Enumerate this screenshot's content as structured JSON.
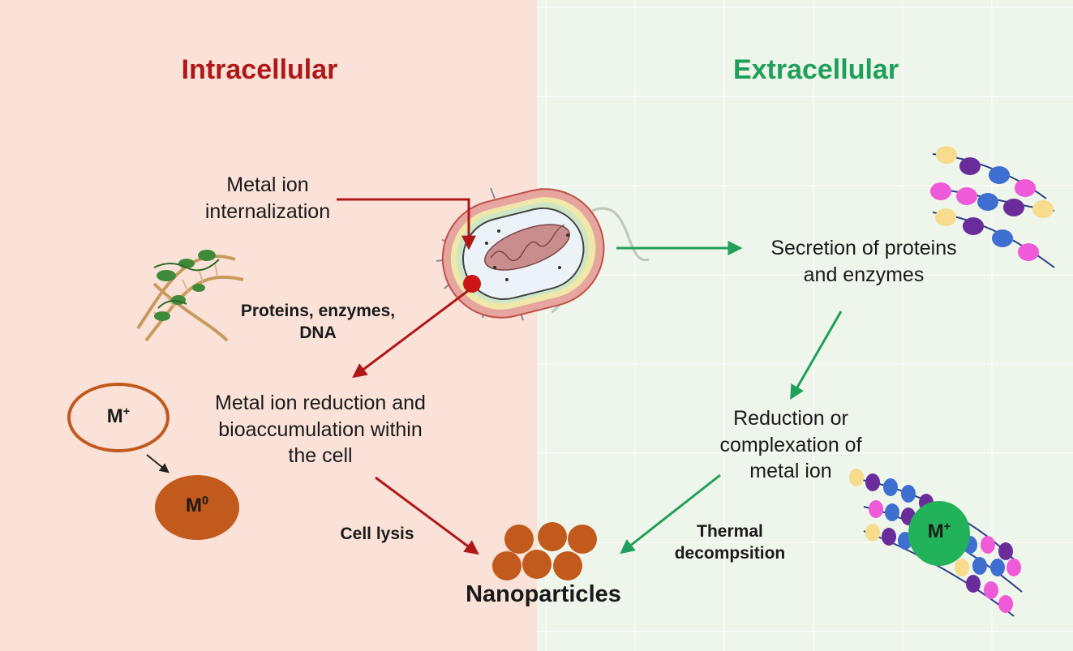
{
  "headings": {
    "intracellular": "Intracellular",
    "extracellular": "Extracellular"
  },
  "labels": {
    "metal_ion_internalization": "Metal ion\ninternalization",
    "proteins_enzymes_dna": "Proteins, enzymes,\nDNA",
    "metal_ion_reduction": "Metal ion reduction and\nbioaccumulation within\nthe cell",
    "cell_lysis": "Cell lysis",
    "nanoparticles": "Nanoparticles",
    "secretion": "Secretion of proteins\nand enzymes",
    "reduction_complexation": "Reduction or\ncomplexation of\nmetal ion",
    "thermal_decomposition": "Thermal\ndecompsition"
  },
  "badges": {
    "m_plus_base": "M",
    "m_plus_sup": "+",
    "m_zero_base": "M",
    "m_zero_sup": "0",
    "complex_base": "M",
    "complex_sup": "+"
  },
  "colors": {
    "intracellular": "#b01818",
    "extracellular": "#1fa05a",
    "nanoparticle": "#c15a1c",
    "complex_center": "#22b35a",
    "protein_yellow": "#f6dc8c",
    "protein_purple": "#6a2c9a",
    "protein_blue": "#3e6fd0",
    "protein_pink": "#ef5ad8"
  }
}
